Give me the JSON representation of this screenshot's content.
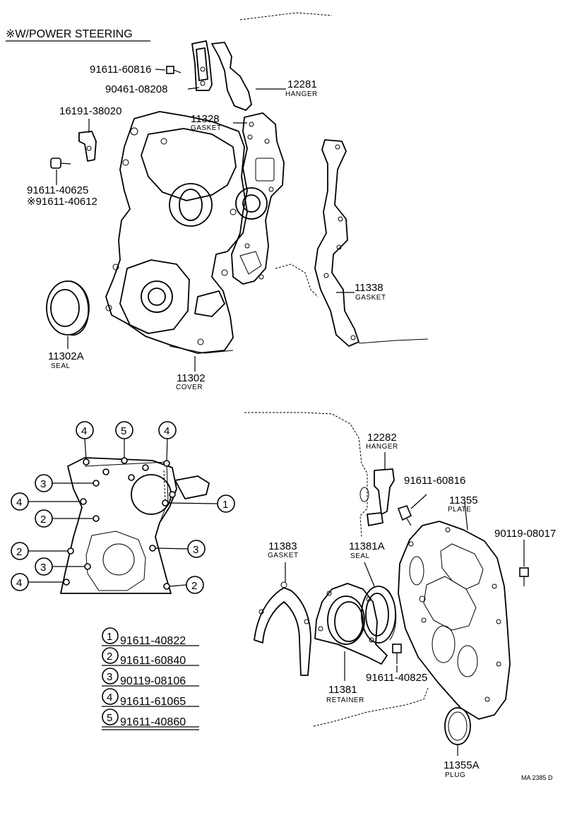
{
  "header": {
    "title": "※W/POWER STEERING"
  },
  "upper": {
    "p91611_60816_a": "91611-60816",
    "p90461_08208": "90461-08208",
    "p16191_38020": "16191-38020",
    "p91611_40625": "91611-40625",
    "p91611_40612": "※91611-40612",
    "p12281": {
      "num": "12281",
      "name": "HANGER"
    },
    "p11328": {
      "num": "11328",
      "name": "GASKET"
    },
    "p11338": {
      "num": "11338",
      "name": "GASKET"
    },
    "p11302A": {
      "num": "11302A",
      "name": "SEAL"
    },
    "p11302": {
      "num": "11302",
      "name": "COVER"
    }
  },
  "lower": {
    "p12282": {
      "num": "12282",
      "name": "HANGER"
    },
    "p91611_60816_b": "91611-60816",
    "p11355": {
      "num": "11355",
      "name": "PLATE"
    },
    "p90119_08017": "90119-08017",
    "p11383": {
      "num": "11383",
      "name": "GASKET"
    },
    "p11381A": {
      "num": "11381A",
      "name": "SEAL"
    },
    "p91611_40825": "91611-40825",
    "p11381": {
      "num": "11381",
      "name": "RETAINER"
    },
    "p11355A": {
      "num": "11355A",
      "name": "PLUG"
    },
    "code": "MA 2385 D"
  },
  "bolt_key": [
    {
      "n": "1",
      "part": "91611-40822"
    },
    {
      "n": "2",
      "part": "91611-60840"
    },
    {
      "n": "3",
      "part": "90119-08106"
    },
    {
      "n": "4",
      "part": "91611-61065"
    },
    {
      "n": "5",
      "part": "91611-40860"
    }
  ],
  "bolt_callouts": [
    "4",
    "5",
    "4",
    "3",
    "4",
    "1",
    "2",
    "2",
    "3",
    "3",
    "4",
    "2"
  ]
}
